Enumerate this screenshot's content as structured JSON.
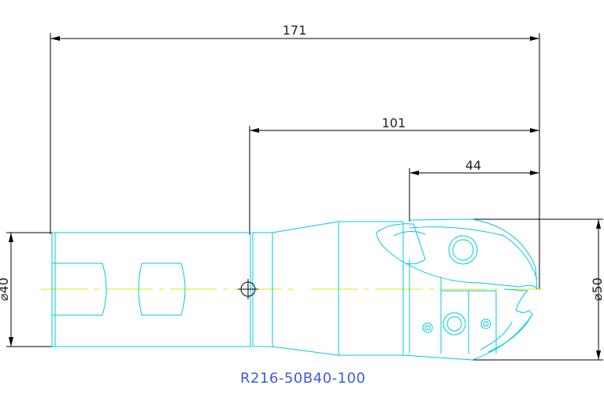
{
  "dimensions": {
    "overall_length": "171",
    "mid_length": "101",
    "insert_length": "44",
    "shank_diameter": "⌀40",
    "cutter_diameter": "⌀50"
  },
  "part_number": "R216-50B40-100",
  "colors": {
    "dimension_lines": "#000000",
    "outline": "#00c8e6",
    "centerline": "#e6e600",
    "label": "#3d5bd6"
  }
}
